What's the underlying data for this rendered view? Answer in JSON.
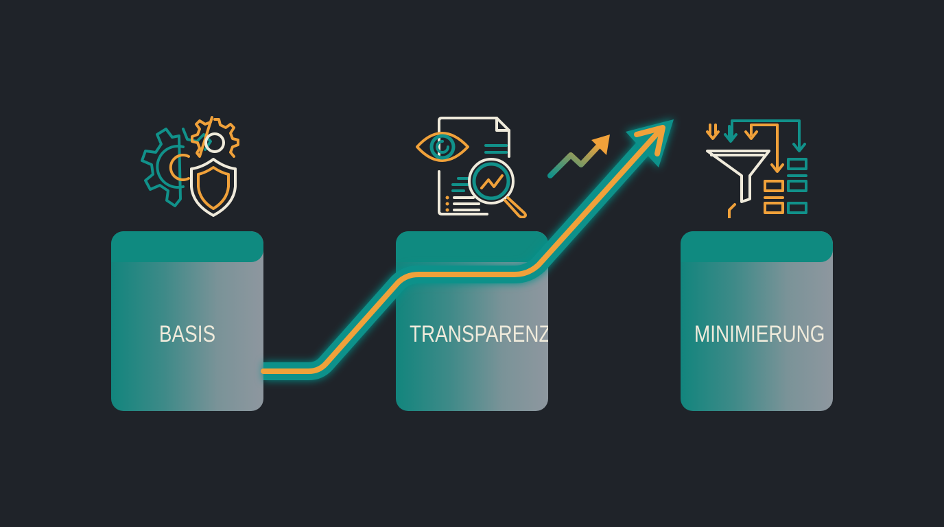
{
  "diagram": {
    "type": "staircase-process",
    "background": "#1f2329",
    "colors": {
      "teal": "#11918a",
      "orange": "#f0a13a",
      "cream": "#efeadb",
      "box_gradient_end": "#8e979f"
    },
    "steps": [
      {
        "label": "BASIS",
        "icon": "gear-shield-icon"
      },
      {
        "label": "TRANSPARENZ",
        "icon": "document-eye-magnifier-icon"
      },
      {
        "label": "MINIMIERUNG",
        "icon": "funnel-sort-icon"
      }
    ],
    "connector": {
      "description": "glowing rising arrow connecting steps",
      "icon": "rising-arrow-icon",
      "small_icon": "trend-up-arrow-icon"
    }
  }
}
